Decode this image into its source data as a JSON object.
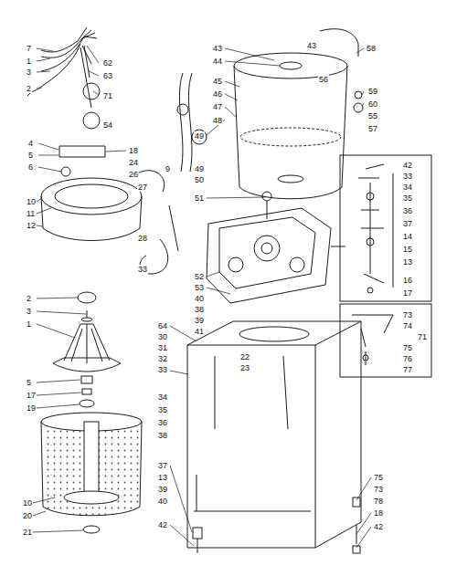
{
  "diagram": {
    "labels": [
      "7",
      "1",
      "3",
      "2",
      "62",
      "63",
      "71",
      "54",
      "43",
      "44",
      "45",
      "46",
      "47",
      "48",
      "49",
      "43",
      "58",
      "56",
      "59",
      "60",
      "55",
      "57",
      "4",
      "5",
      "6",
      "18",
      "24",
      "26",
      "27",
      "10",
      "11",
      "12",
      "28",
      "33",
      "9",
      "49",
      "50",
      "51",
      "52",
      "53",
      "40",
      "38",
      "39",
      "41",
      "42",
      "33",
      "34",
      "35",
      "36",
      "37",
      "14",
      "15",
      "13",
      "16",
      "17",
      "73",
      "74",
      "71",
      "75",
      "76",
      "77",
      "2",
      "3",
      "1",
      "5",
      "17",
      "19",
      "10",
      "20",
      "21",
      "64",
      "30",
      "31",
      "32",
      "33",
      "34",
      "35",
      "36",
      "38",
      "37",
      "13",
      "39",
      "40",
      "42",
      "22",
      "23",
      "75",
      "73",
      "78",
      "18",
      "42"
    ]
  }
}
